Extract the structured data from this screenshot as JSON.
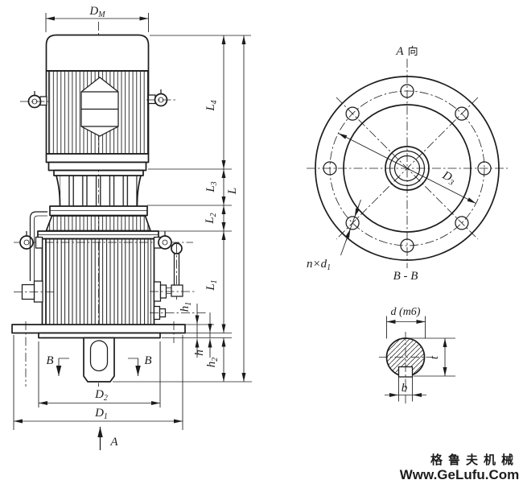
{
  "drawing": {
    "main_view": {
      "dim_DM": {
        "main": "D",
        "sub": "M"
      },
      "dim_L4": {
        "main": "L",
        "sub": "4"
      },
      "dim_L3": {
        "main": "L",
        "sub": "3"
      },
      "dim_L2": {
        "main": "L",
        "sub": "2"
      },
      "dim_L1": {
        "main": "L",
        "sub": "1"
      },
      "dim_L": {
        "main": "L"
      },
      "dim_h1": {
        "main": "h",
        "sub": "1"
      },
      "dim_h": {
        "main": "h"
      },
      "dim_h2": {
        "main": "h",
        "sub": "2"
      },
      "dim_D2": {
        "main": "D",
        "sub": "2"
      },
      "dim_D1": {
        "main": "D",
        "sub": "1"
      },
      "section_mark_left": "B",
      "section_mark_right": "B",
      "view_arrow_label": "A"
    },
    "flange_view": {
      "title_letter": "A",
      "title_suffix": "向",
      "dim_D3": {
        "main": "D",
        "sub": "3"
      },
      "bolt_callout": {
        "main": "n×d",
        "sub": "1"
      }
    },
    "shaft_section": {
      "title": "B - B",
      "dim_d": "d (m6)",
      "dim_t": "t",
      "dim_b": "b"
    },
    "watermark": {
      "name": "格鲁夫机械",
      "url": "Www.GeLufu.Com",
      "color": "#f19c9c"
    }
  }
}
